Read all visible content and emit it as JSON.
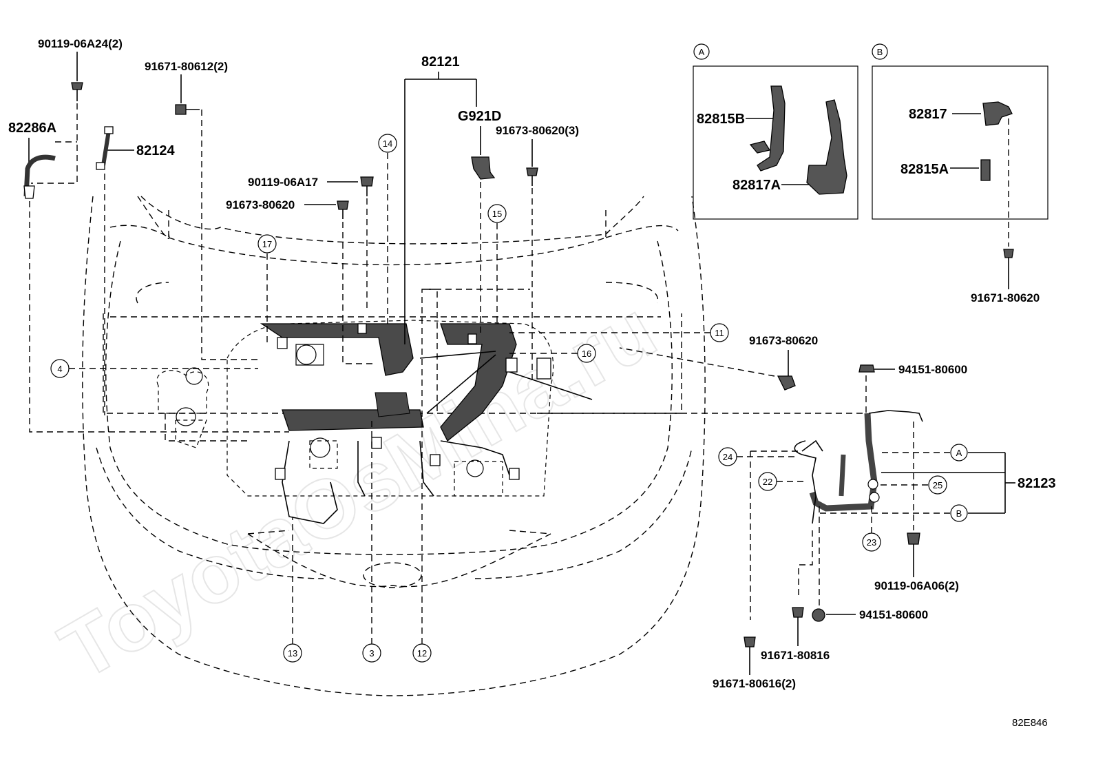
{
  "parts": {
    "p90119_06A24": "90119-06A24(2)",
    "p91671_80612": "91671-80612(2)",
    "p82286A": "82286A",
    "p82124": "82124",
    "p82121": "82121",
    "pG921D": "G921D",
    "p91673_80620_3": "91673-80620(3)",
    "p90119_06A17": "90119-06A17",
    "p91673_80620_a": "91673-80620",
    "p91673_80620_b": "91673-80620",
    "p82815B": "82815B",
    "p82817A": "82817A",
    "p82817": "82817",
    "p82815A": "82815A",
    "p91671_80620": "91671-80620",
    "p94151_80600_a": "94151-80600",
    "p82123": "82123",
    "p90119_06A06": "90119-06A06(2)",
    "p94151_80600_b": "94151-80600",
    "p91671_80816": "91671-80816",
    "p91671_80616": "91671-80616(2)"
  },
  "callouts": {
    "c3": "3",
    "c4": "4",
    "c11": "11",
    "c12": "12",
    "c13": "13",
    "c14": "14",
    "c15": "15",
    "c16": "16",
    "c17": "17",
    "c22": "22",
    "c23": "23",
    "c24": "24",
    "c25": "25"
  },
  "inset_labels": {
    "a": "A",
    "b": "B",
    "a_ref": "A",
    "b_ref": "B"
  },
  "watermark": "ToyotaOsMina.ru",
  "diagram_code": "82E846"
}
